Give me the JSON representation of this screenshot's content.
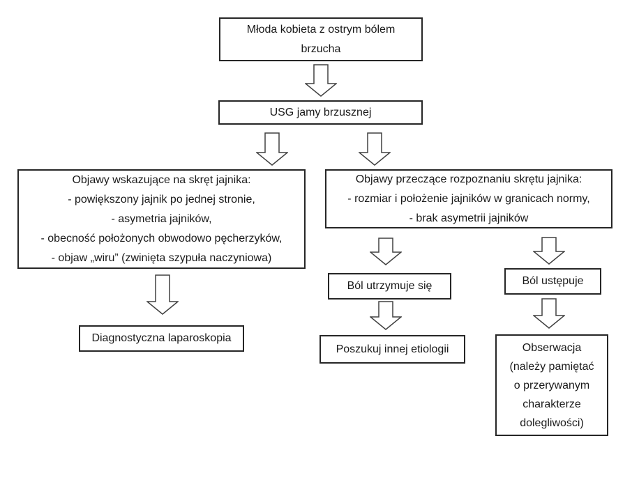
{
  "diagram": {
    "language": "pl",
    "type": "flowchart",
    "colors": {
      "background": "#ffffff",
      "box_border": "#262626",
      "arrow_outline": "#404040",
      "text": "#1a1a1a"
    },
    "nodes": {
      "start": {
        "lines": [
          "Młoda kobieta z ostrym bólem",
          "brzucha"
        ],
        "full_text": "Młoda kobieta z ostrym bólem brzucha"
      },
      "usg": {
        "text": "USG jamy brzusznej"
      },
      "indicating": {
        "lines": [
          "Objawy wskazujące na skręt jajnika:",
          "- powiększony jajnik po jednej stronie,",
          "- asymetria jajników,",
          "- obecność położonych obwodowo pęcherzyków,",
          "- objaw „wiru” (zwinięta szypuła naczyniowa)"
        ]
      },
      "contradicting": {
        "lines": [
          "Objawy przeczące rozpoznaniu skrętu jajnika:",
          "- rozmiar i położenie jajników w granicach normy,",
          "- brak asymetrii jajników"
        ]
      },
      "laparoscopy": {
        "text": "Diagnostyczna laparoskopia"
      },
      "pain_persists": {
        "text": "Ból utrzymuje się"
      },
      "other_etiology": {
        "text": "Poszukuj innej etiologii"
      },
      "pain_subsides": {
        "text": "Ból ustępuje"
      },
      "observation": {
        "lines": [
          "Obserwacja",
          "(należy pamiętać",
          "o przerywanym",
          "charakterze",
          "dolegliwości)"
        ],
        "full_text": "Obserwacja (należy pamiętać o przerywanym charakterze dolegliwości)"
      }
    },
    "edges": [
      {
        "from": "start",
        "to": "usg"
      },
      {
        "from": "usg",
        "to": "indicating"
      },
      {
        "from": "usg",
        "to": "contradicting"
      },
      {
        "from": "indicating",
        "to": "laparoscopy"
      },
      {
        "from": "contradicting",
        "to": "pain_persists"
      },
      {
        "from": "contradicting",
        "to": "pain_subsides"
      },
      {
        "from": "pain_persists",
        "to": "other_etiology"
      },
      {
        "from": "pain_subsides",
        "to": "observation"
      }
    ]
  }
}
